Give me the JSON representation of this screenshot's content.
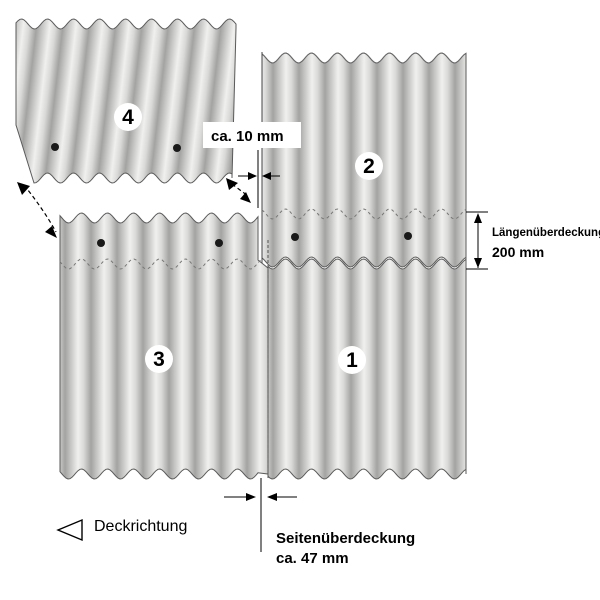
{
  "sheets": [
    {
      "id": "sheet-1",
      "number": "1"
    },
    {
      "id": "sheet-2",
      "number": "2"
    },
    {
      "id": "sheet-3",
      "number": "3"
    },
    {
      "id": "sheet-4",
      "number": "4"
    }
  ],
  "labels": {
    "gap": "ca. 10 mm",
    "length_overlap_title": "Längenüberdeckung",
    "length_overlap_value": "200 mm",
    "side_overlap_title": "Seitenüberdeckung",
    "side_overlap_value": "ca. 47 mm",
    "direction": "Deckrichtung"
  },
  "colors": {
    "sheet_fill": "#d3d3d1",
    "sheet_dark": "#9c9c9a",
    "sheet_light": "#f1f1ef",
    "outline": "#5a5a5a",
    "ink": "#000000"
  },
  "icons": {
    "direction": "triangle-left-icon",
    "screw": "screw-icon"
  }
}
